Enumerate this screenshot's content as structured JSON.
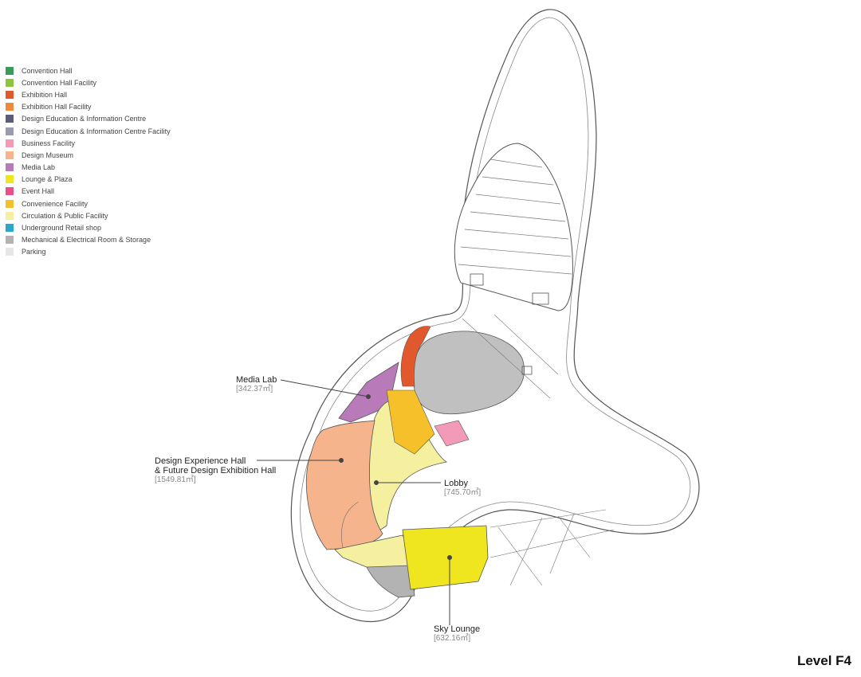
{
  "legend": [
    {
      "label": "Convention Hall",
      "color": "#3a9a5a"
    },
    {
      "label": "Convention Hall Facility",
      "color": "#8cc63f"
    },
    {
      "label": "Exhibition Hall",
      "color": "#e0582b"
    },
    {
      "label": "Exhibition Hall Facility",
      "color": "#f08a3a"
    },
    {
      "label": "Design Education & Information Centre",
      "color": "#5c5c7a"
    },
    {
      "label": "Design Education & Information Centre Facility",
      "color": "#9a9ab0"
    },
    {
      "label": "Business Facility",
      "color": "#f29ab8"
    },
    {
      "label": "Design Museum",
      "color": "#f5b48c"
    },
    {
      "label": "Media Lab",
      "color": "#b87ab8"
    },
    {
      "label": "Lounge & Plaza",
      "color": "#f0e620"
    },
    {
      "label": "Event Hall",
      "color": "#e8508a"
    },
    {
      "label": "Convenience Facility",
      "color": "#f5c02a"
    },
    {
      "label": "Circulation & Public Facility",
      "color": "#f5f0a0"
    },
    {
      "label": "Underground Retail shop",
      "color": "#2aa8c8"
    },
    {
      "label": "Mechanical & Electrical Room & Storage",
      "color": "#b3b3b3"
    },
    {
      "label": "Parking",
      "color": "#e6e6e6"
    }
  ],
  "labels": {
    "media_lab": {
      "name": "Media Lab",
      "area": "[342.37㎡]"
    },
    "design_hall": {
      "name_line1": "Design Experience Hall",
      "name_line2": "& Future Design Exhibition Hall",
      "area": "[1549.81㎡]"
    },
    "lobby": {
      "name": "Lobby",
      "area": "[745.70㎡]"
    },
    "sky_lounge": {
      "name": "Sky Lounge",
      "area": "[632.16㎡]"
    }
  },
  "level": "Level F4"
}
